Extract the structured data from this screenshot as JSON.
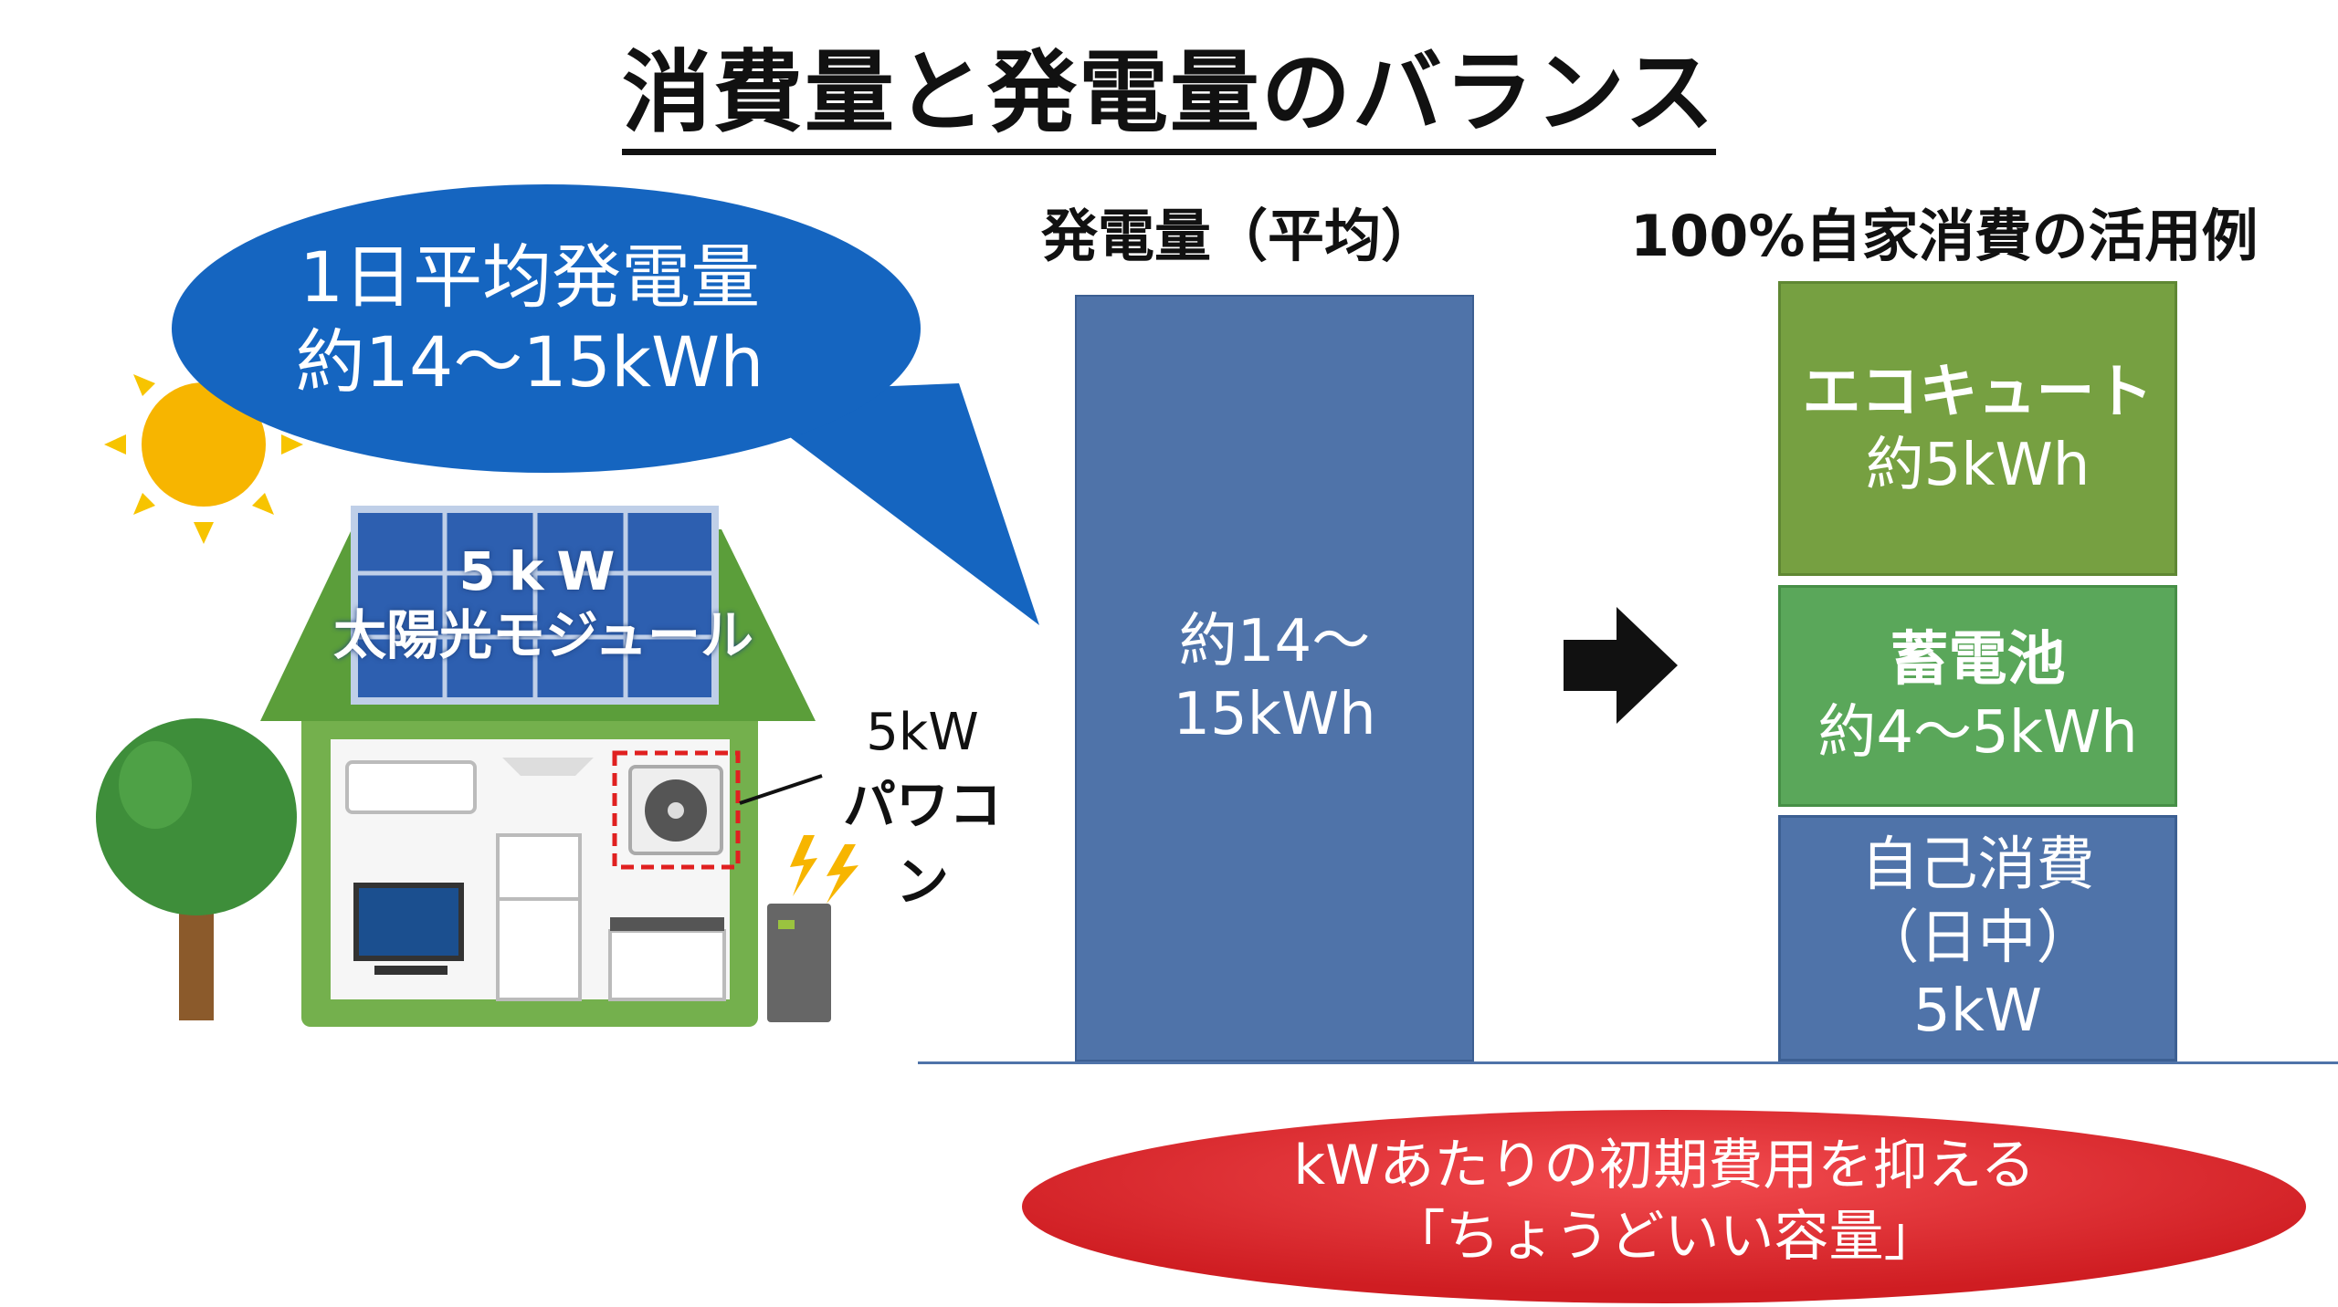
{
  "title": "消費量と発電量のバランス",
  "bubble": {
    "line1": "1日平均発電量",
    "line2": "約14〜15kWh"
  },
  "house": {
    "panel_line1": "5kW",
    "panel_line2": "太陽光モジュール",
    "inverter_line1": "5kW",
    "inverter_line2": "パワコン"
  },
  "generation": {
    "heading": "発電量（平均）",
    "bar_line1": "約14〜",
    "bar_line2": "15kWh"
  },
  "usage": {
    "heading": "100%自家消費の活用例",
    "blocks": [
      {
        "line1": "エコキュート",
        "line2": "約5kWh"
      },
      {
        "line1": "蓄電池",
        "line2": "約4〜5kWh"
      },
      {
        "line1": "自己消費",
        "line2": "（日中）",
        "line3": "5kW"
      }
    ]
  },
  "conclusion": {
    "line1": "kWあたりの初期費用を抑える",
    "line2": "「ちょうどいい容量」"
  },
  "colors": {
    "bar_blue": "#4f73a9",
    "bubble_blue": "#1565c0",
    "eco_green": "#76a041",
    "battery_green": "#5aa75a",
    "red": "#e0282d",
    "roof_green": "#5b9e3a",
    "sun": "#f7b500"
  }
}
